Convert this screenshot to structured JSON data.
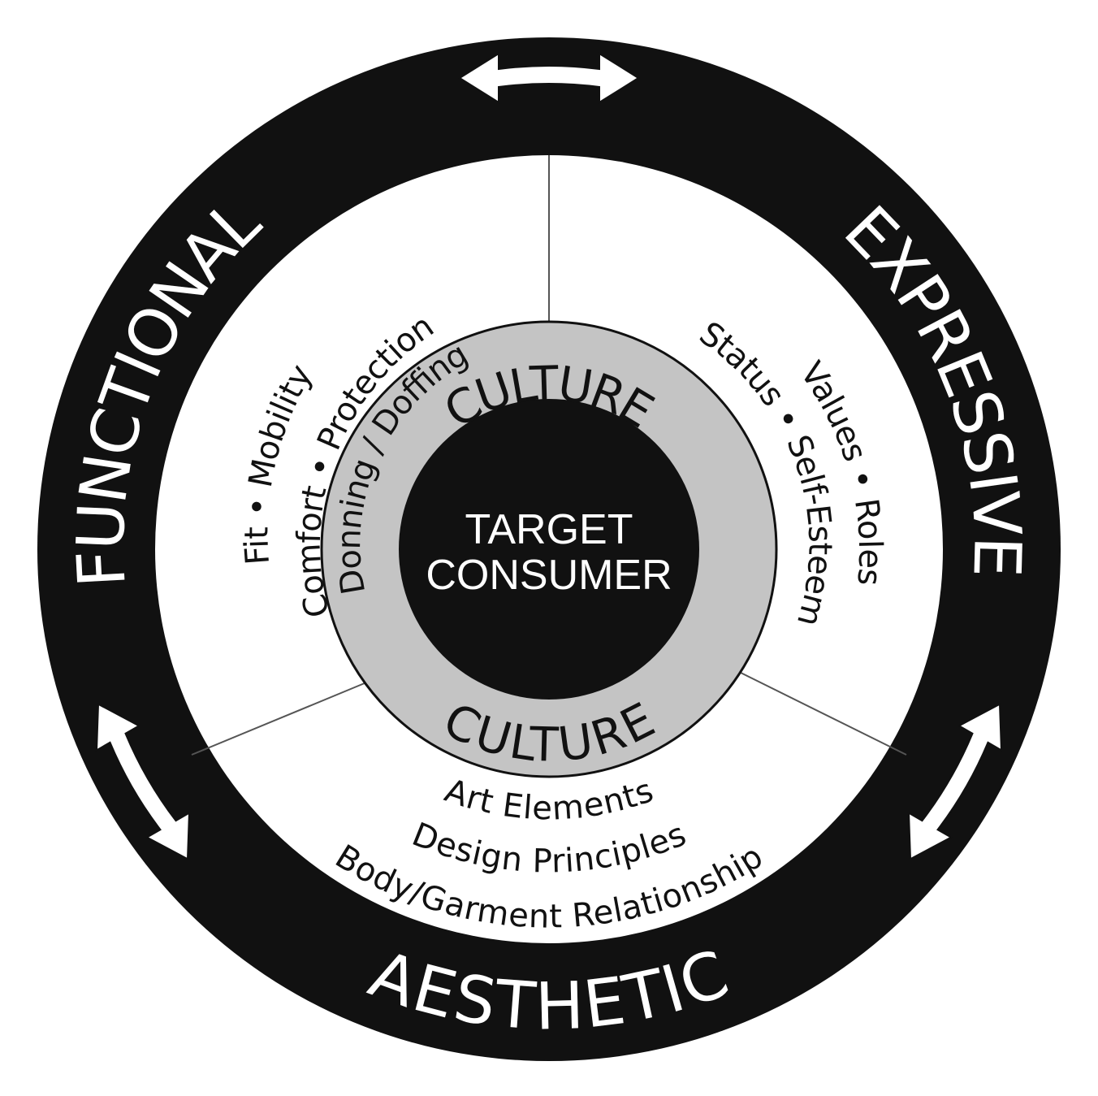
{
  "colors": {
    "ring": "#111111",
    "background": "#ffffff",
    "culture_ring": "#c4c4c4",
    "center": "#111111",
    "divider": "#555555"
  },
  "outer_ring": {
    "functional": "FUNCTIONAL",
    "expressive": "EXPRESSIVE",
    "aesthetic": "AESTHETIC"
  },
  "functional_sector": {
    "line1": "Fit • Mobility",
    "line2": "Comfort • Protection",
    "line3": "Donning / Doffing"
  },
  "expressive_sector": {
    "line1": "Values • Roles",
    "line2": "Status • Self-Esteem"
  },
  "aesthetic_sector": {
    "line1": "Art Elements",
    "line2": "Design Principles",
    "line3": "Body/Garment Relationship"
  },
  "culture_ring": {
    "top": "CULTURE",
    "bottom": "CULTURE"
  },
  "center": {
    "line1": "TARGET",
    "line2": "CONSUMER"
  },
  "icons": {
    "arrows": [
      "double-arrow-icon-top",
      "double-arrow-icon-left",
      "double-arrow-icon-right"
    ]
  }
}
